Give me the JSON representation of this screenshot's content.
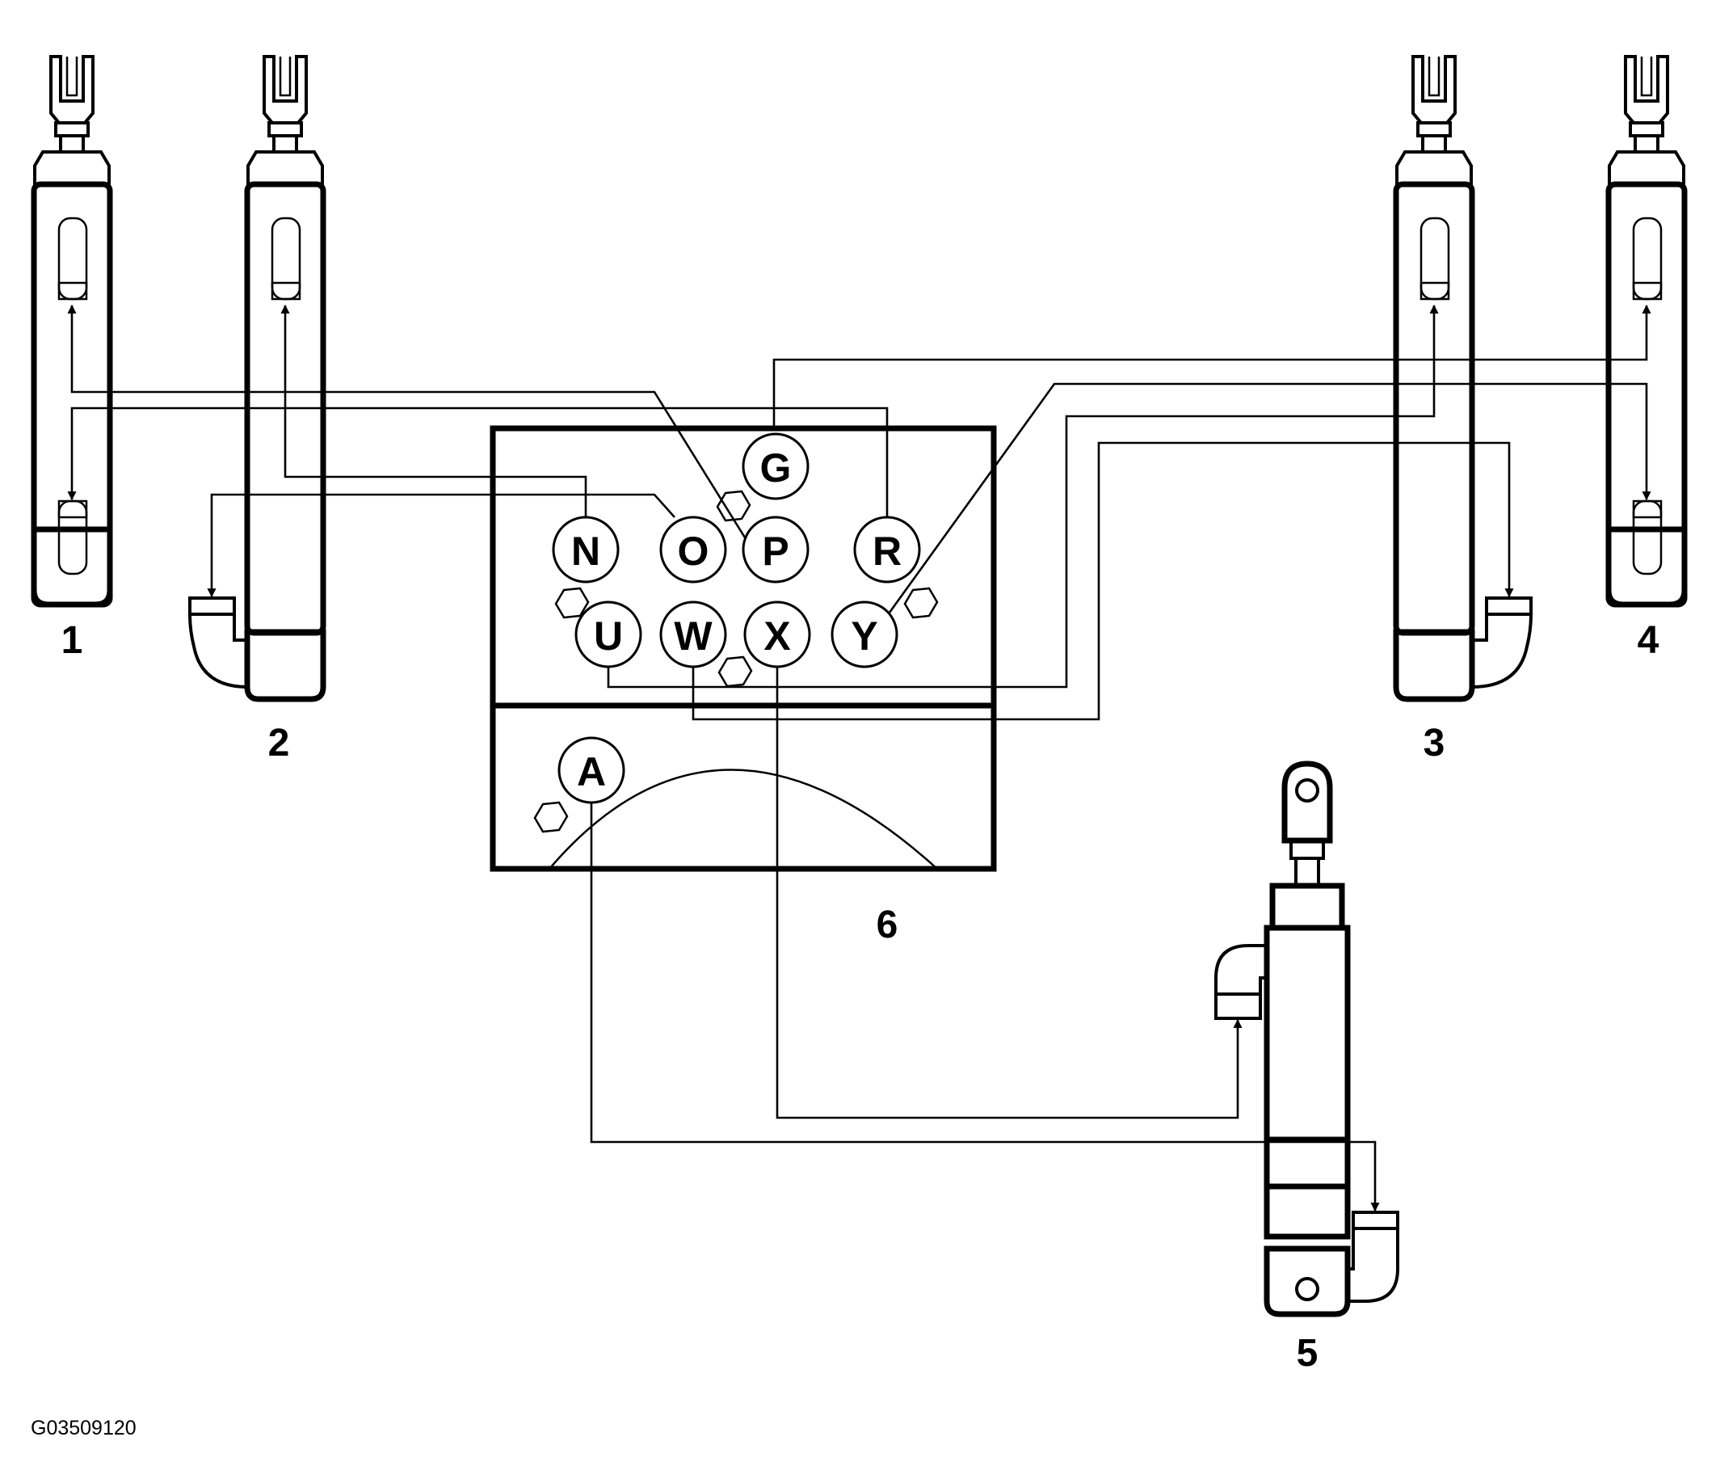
{
  "diagram": {
    "ports": {
      "G": "G",
      "N": "N",
      "O": "O",
      "P": "P",
      "R": "R",
      "U": "U",
      "W": "W",
      "X": "X",
      "Y": "Y",
      "A": "A"
    },
    "components": {
      "c1": "1",
      "c2": "2",
      "c3": "3",
      "c4": "4",
      "c5": "5",
      "c6": "6"
    },
    "reference_code": "G03509120"
  }
}
